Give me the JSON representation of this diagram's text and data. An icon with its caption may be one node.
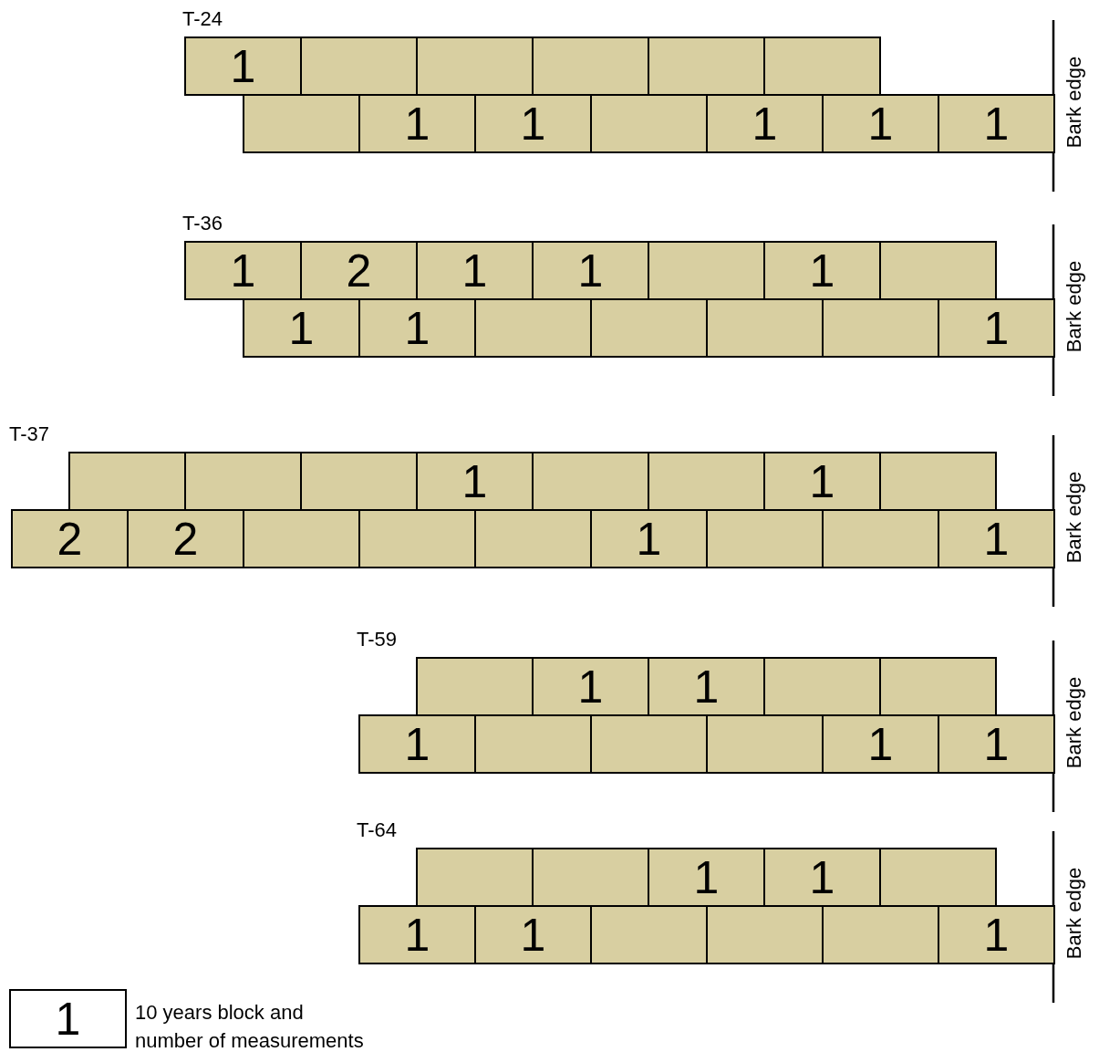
{
  "diagram": {
    "nodes": [
      {
        "text": [
          "1"
        ]
      },
      {
        "text": [],
        "shape": "box"
      },
      {
        "text": [],
        "shape": "box"
      },
      {
        "text": [],
        "shape": "box"
      },
      {
        "text": [],
        "shape": "box"
      },
      {
        "text": [],
        "shape": "box"
      },
      {
        "text": [],
        "shape": "box"
      },
      {
        "text": [
          "1"
        ]
      },
      {
        "text": [
          "1"
        ]
      },
      {
        "text": [],
        "shape": "box"
      },
      {
        "text": [
          "1"
        ]
      },
      {
        "text": [
          "1"
        ]
      },
      {
        "text": [
          "1"
        ]
      },
      {
        "text": [
          "1"
        ]
      },
      {
        "text": [
          "2"
        ]
      },
      {
        "text": [
          "1"
        ]
      },
      {
        "text": [
          "1"
        ]
      },
      {
        "text": [],
        "shape": "box"
      },
      {
        "text": [
          "1"
        ]
      },
      {
        "text": [],
        "shape": "box"
      },
      {
        "text": [
          "1"
        ]
      },
      {
        "text": [
          "1"
        ]
      },
      {
        "text": [],
        "shape": "box"
      },
      {
        "text": [],
        "shape": "box"
      },
      {
        "text": [],
        "shape": "box"
      },
      {
        "text": [],
        "shape": "box"
      },
      {
        "text": [
          "1"
        ]
      },
      {
        "text": [],
        "shape": "box"
      },
      {
        "text": [],
        "shape": "box"
      },
      {
        "text": [],
        "shape": "box"
      },
      {
        "text": [
          "1"
        ]
      },
      {
        "text": [],
        "shape": "box"
      },
      {
        "text": [],
        "shape": "box"
      },
      {
        "text": [
          "1"
        ]
      },
      {
        "text": [],
        "shape": "box"
      },
      {
        "text": [
          "2"
        ]
      },
      {
        "text": [
          "2"
        ]
      },
      {
        "text": [],
        "shape": "box"
      },
      {
        "text": [],
        "shape": "box"
      },
      {
        "text": [],
        "shape": "box"
      },
      {
        "text": [
          "1"
        ]
      },
      {
        "text": [],
        "shape": "box"
      },
      {
        "text": [],
        "shape": "box"
      },
      {
        "text": [
          "1"
        ]
      },
      {
        "text": [],
        "shape": "box"
      },
      {
        "text": [
          "1"
        ]
      },
      {
        "text": [
          "1"
        ]
      },
      {
        "text": [],
        "shape": "box"
      },
      {
        "text": [],
        "shape": "box"
      },
      {
        "text": [
          "1"
        ]
      },
      {
        "text": [],
        "shape": "box"
      },
      {
        "text": [],
        "shape": "box"
      },
      {
        "text": [],
        "shape": "box"
      },
      {
        "text": [
          "1"
        ]
      },
      {
        "text": [
          "1"
        ]
      },
      {
        "text": [],
        "shape": "box"
      },
      {
        "text": [],
        "shape": "box"
      },
      {
        "text": [
          "1"
        ]
      },
      {
        "text": [
          "1"
        ]
      },
      {
        "text": [],
        "shape": "box"
      },
      {
        "text": [
          "1"
        ]
      },
      {
        "text": [
          "1"
        ]
      },
      {
        "text": [],
        "shape": "box"
      },
      {
        "text": [],
        "shape": "box"
      },
      {
        "text": [],
        "shape": "box"
      },
      {
        "text": [
          "1"
        ]
      },
      {
        "text": [
          "1"
        ],
        "beside": [
          "10 years block and number of measurements"
        ]
      }
    ],
    "labels": [
      "T-24",
      "Bark edge",
      "T-36",
      "Bark edge",
      "T-37",
      "Bark edge",
      "T-59",
      "Bark edge",
      "T-64",
      "Bark edge"
    ]
  }
}
